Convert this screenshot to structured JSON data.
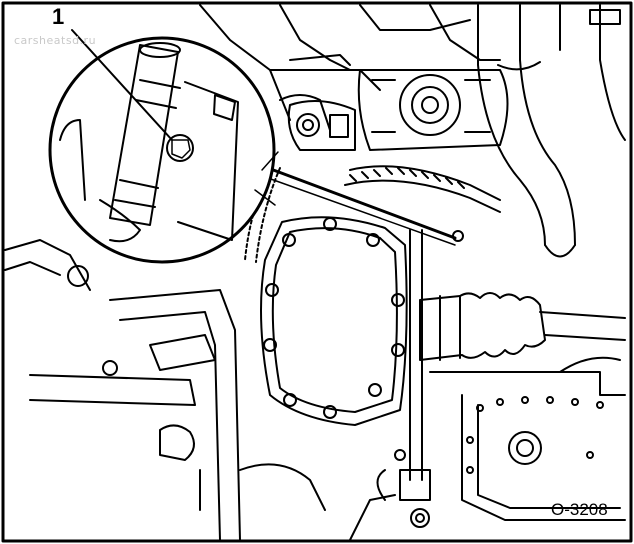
{
  "figure": {
    "callout_number": "1",
    "figure_code": "O-3208",
    "watermark_text": "carsheatsd.ru"
  },
  "colors": {
    "line": "#000000",
    "background": "#ffffff",
    "watermark": "#c9c9c9"
  }
}
